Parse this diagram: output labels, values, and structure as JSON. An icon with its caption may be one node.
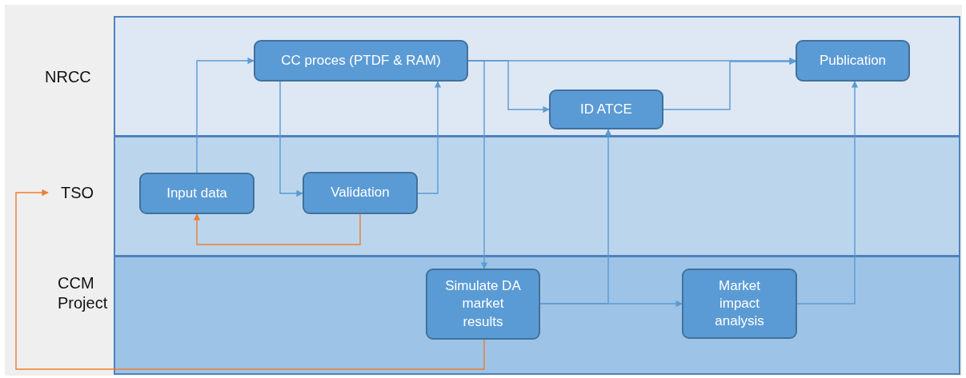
{
  "diagram": {
    "nodes": [
      {
        "text": [
          "NRCC"
        ]
      },
      {
        "text": [
          "TSO"
        ]
      },
      {
        "text": [
          "CCM Project"
        ]
      },
      {
        "text": [
          "CC proces (PTDF & RAM)"
        ],
        "in": 0
      },
      {
        "text": [
          "ID ATCE"
        ],
        "in": 0
      },
      {
        "text": [
          "Publication"
        ],
        "in": 0
      },
      {
        "text": [
          "Input data"
        ],
        "in": 1
      },
      {
        "text": [
          "Validation"
        ],
        "in": 1
      },
      {
        "text": [
          "Simulate DA market results"
        ],
        "in": 2
      },
      {
        "text": [
          "Market impact analysis"
        ],
        "in": 2
      }
    ],
    "edges": [
      {
        "from": 6,
        "to": 3,
        "arrow": "to"
      },
      {
        "from": 3,
        "to": 7,
        "arrow": "to"
      },
      {
        "from": 7,
        "to": 3,
        "arrow": "to"
      },
      {
        "from": 3,
        "to": 5,
        "arrow": "to"
      },
      {
        "from": 3,
        "to": 4,
        "arrow": "to"
      },
      {
        "from": 3,
        "to": 8,
        "arrow": "to"
      },
      {
        "from": 4,
        "to": 5,
        "arrow": "to"
      },
      {
        "from": 8,
        "to": 4,
        "arrow": "to"
      },
      {
        "from": 8,
        "to": 9,
        "arrow": "to"
      },
      {
        "from": 9,
        "to": 5,
        "arrow": "to"
      },
      {
        "from": 7,
        "to": 6,
        "arrow": "to",
        "color": "#ed7d31"
      },
      {
        "from": 8,
        "to": 1,
        "arrow": "to",
        "color": "#ed7d31"
      }
    ]
  }
}
